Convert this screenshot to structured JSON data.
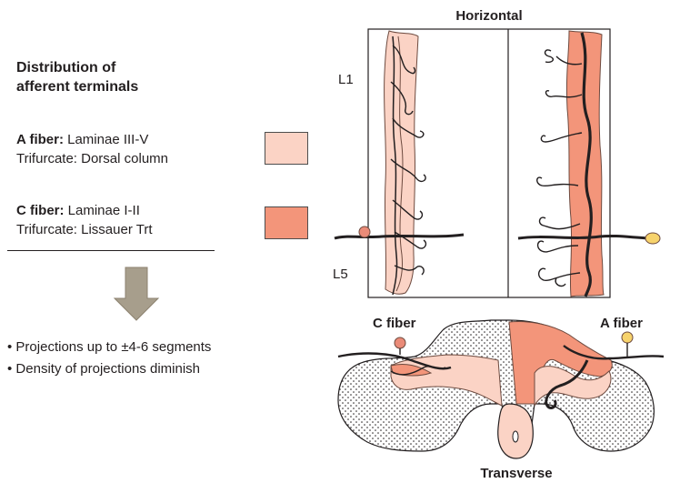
{
  "legend": {
    "heading_line1": "Distribution of",
    "heading_line2": "afferent terminals",
    "a_fiber": {
      "name": "A fiber:",
      "laminae": " Laminae III-V",
      "trifurcate": "Trifurcate: Dorsal column",
      "color": "#fbd3c5"
    },
    "c_fiber": {
      "name": "C fiber:",
      "laminae": " Laminae I-II",
      "trifurcate": "Trifurcate: Lissauer Trt",
      "color": "#f3957a"
    }
  },
  "bullets": [
    "Projections up to ±4-6 segments",
    "Density of projections diminish"
  ],
  "diagram": {
    "horizontal_label": "Horizontal",
    "transverse_label": "Transverse",
    "segment_top": "L1",
    "segment_bottom": "L5",
    "c_fiber_label": "C fiber",
    "a_fiber_label": "A fiber",
    "colors": {
      "light": "#fbd3c5",
      "dark": "#f3957a",
      "arrow": "#a79e8c",
      "ganglion_c": "#ea8b78",
      "ganglion_a": "#f7d36c"
    }
  }
}
